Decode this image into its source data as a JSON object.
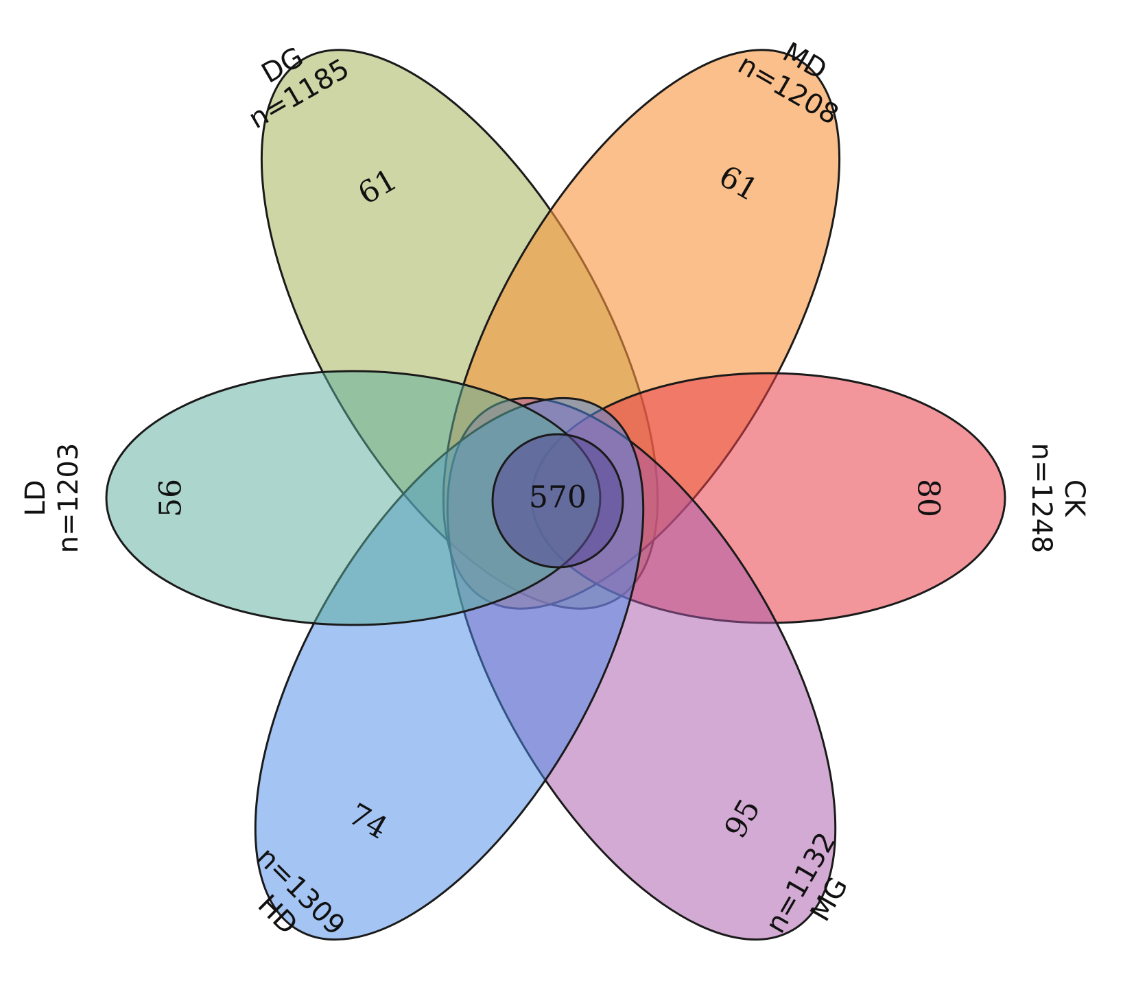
{
  "sets": [
    {
      "id": "dg",
      "name": "DG",
      "n_label": "n=1185",
      "unique": "61",
      "color": "#a6b55c"
    },
    {
      "id": "md",
      "name": "MD",
      "n_label": "n=1208",
      "unique": "61",
      "color": "#f7943c"
    },
    {
      "id": "ck",
      "name": "CK",
      "n_label": "n=1248",
      "unique": "80",
      "color": "#e8404a"
    },
    {
      "id": "mg",
      "name": "MG",
      "n_label": "n=1132",
      "unique": "95",
      "color": "#a855a8"
    },
    {
      "id": "hd",
      "name": "HD",
      "n_label": "n=1309",
      "unique": "74",
      "color": "#4a8ae8"
    },
    {
      "id": "ld",
      "name": "LD",
      "n_label": "n=1203",
      "unique": "56",
      "color": "#5aae9c"
    }
  ],
  "core": {
    "count": "570",
    "color": "#5a4a96"
  }
}
